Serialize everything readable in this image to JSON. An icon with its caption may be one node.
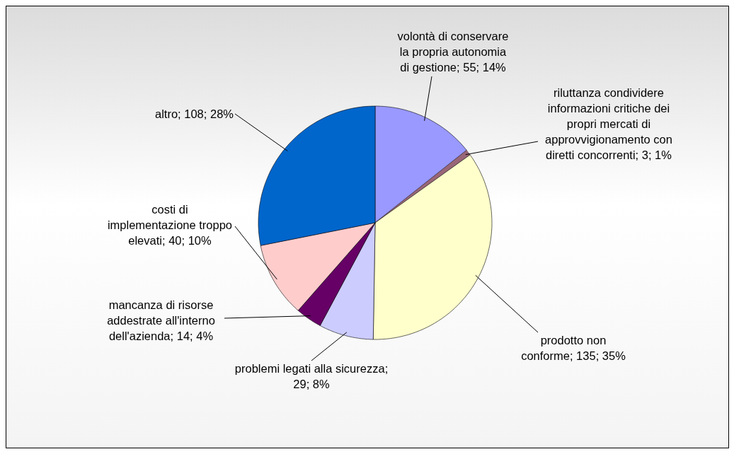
{
  "diagram": {
    "chart_data": {
      "type": "pie",
      "categories": [
        "volontà di conservare la propria autonomia di gestione; 55; 14%",
        "riluttanza condividere informazioni critiche dei propri mercati di approvvigionamento con diretti concorrenti; 3; 1%",
        "prodotto non conforme; 135; 35%",
        "problemi legati alla sicurezza; 29; 8%",
        "mancanza di risorse addestrate all'interno dell'azienda; 14; 4%",
        "costi di implementazione troppo elevati; 40; 10%",
        "altro; 108; 28%"
      ],
      "values": [
        55,
        3,
        135,
        29,
        14,
        40,
        108
      ],
      "colors": [
        "#9999ff",
        "#996677",
        "#ffffcc",
        "#ccccff",
        "#660066",
        "#ffcccc",
        "#0066cc"
      ]
    }
  }
}
